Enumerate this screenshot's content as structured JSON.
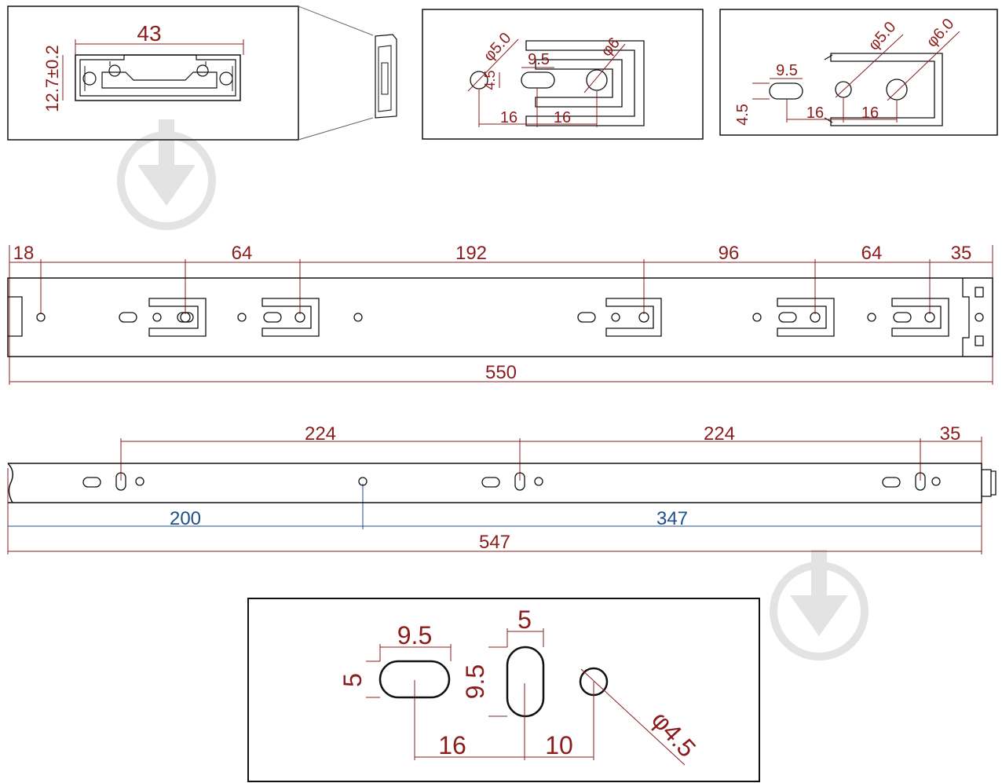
{
  "detail_profile": {
    "width": "43",
    "height": "12.7±0.2"
  },
  "detail_slot_1": {
    "hole_dia": "φ5.0",
    "hole_dia_2": "φ6",
    "slot_len": "9.5",
    "slot_w": "4.5",
    "pitch_1": "16",
    "pitch_2": "16"
  },
  "detail_slot_2": {
    "hole_dia": "φ5.0",
    "hole_dia_2": "φ6.0",
    "slot_len": "9.5",
    "slot_w": "4.5",
    "pitch_1": "16",
    "pitch_2": "16"
  },
  "rail_top": {
    "d1": "18",
    "d2": "64",
    "d3": "192",
    "d4": "96",
    "d5": "64",
    "d6": "35",
    "total": "550"
  },
  "rail_bottom": {
    "d1": "224",
    "d2": "224",
    "d3": "35",
    "left": "200",
    "right": "347",
    "total": "547"
  },
  "detail_holes": {
    "slot_len": "9.5",
    "slot_h": "5",
    "vslot_w": "5",
    "vslot_h": "9.5",
    "pitch_1": "16",
    "pitch_2": "10",
    "hole_dia": "φ4.5"
  },
  "watermark": {
    "icon": "download-arrow-icon"
  }
}
